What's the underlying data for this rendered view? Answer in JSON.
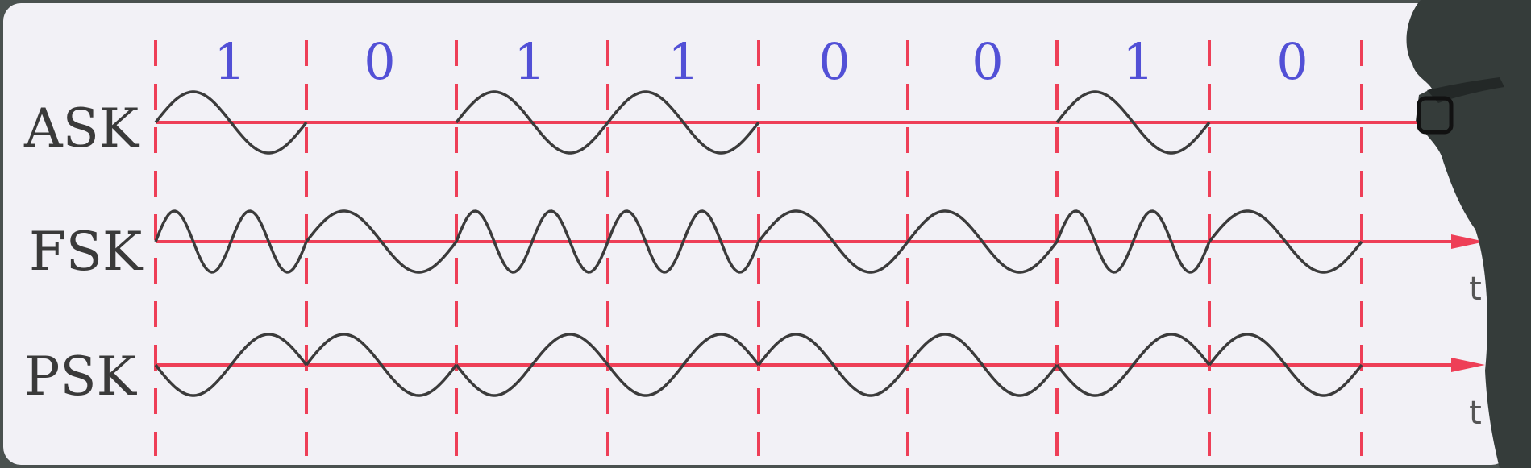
{
  "bits": [
    "1",
    "0",
    "1",
    "1",
    "0",
    "0",
    "1",
    "0"
  ],
  "rows": [
    {
      "label": "ASK",
      "time_label": ""
    },
    {
      "label": "FSK",
      "time_label": "t"
    },
    {
      "label": "PSK",
      "time_label": "t"
    }
  ],
  "colors": {
    "bit_text": "#5250d6",
    "axis": "#ee3f57",
    "divider": "#ee3f57",
    "wave": "#3b3b3b",
    "label_text": "#3a3a3a",
    "board": "#f2f1f6"
  }
}
